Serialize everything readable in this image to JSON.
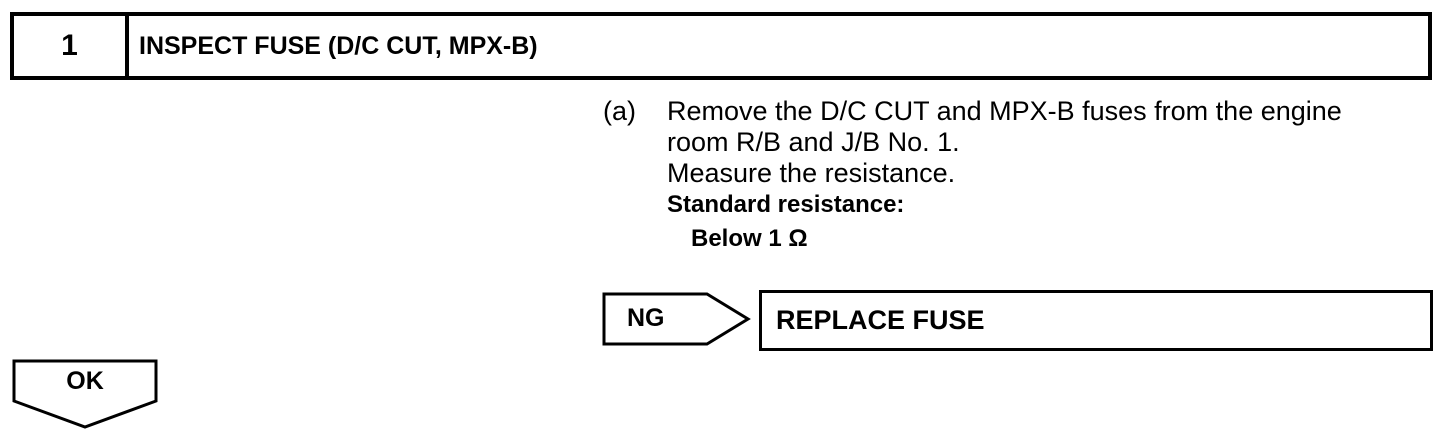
{
  "step": {
    "number": "1",
    "title": "INSPECT FUSE (D/C CUT, MPX-B)"
  },
  "instruction": {
    "label": "(a)",
    "lines": [
      "Remove the D/C CUT and MPX-B fuses from the engine",
      "room R/B and J/B No. 1.",
      "Measure the resistance."
    ],
    "standard_label": "Standard resistance:",
    "standard_value": "Below 1 Ω"
  },
  "ng": {
    "label": "NG",
    "result": "REPLACE FUSE"
  },
  "ok": {
    "label": "OK"
  }
}
